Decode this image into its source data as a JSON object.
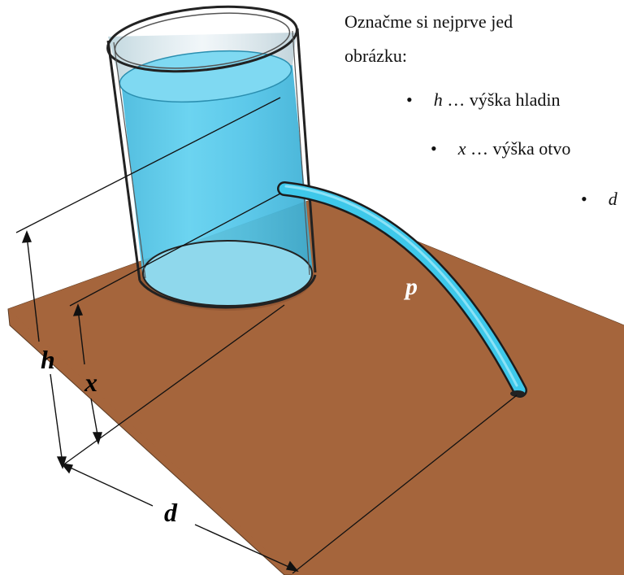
{
  "intro": {
    "line1": "Označme si nejprve jed",
    "line2": "obrázku:"
  },
  "bullets": [
    {
      "symbol": "h",
      "text": " … výška hladin"
    },
    {
      "symbol": "x",
      "text": " … výška otvo"
    },
    {
      "symbol": "d",
      "text": ""
    }
  ],
  "diagram_labels": {
    "h": "h",
    "x": "x",
    "d": "d",
    "p": "p"
  },
  "colors": {
    "water": "#4cc6e8",
    "water_light": "#9ee3f5",
    "ground": "#a5653c",
    "jet": "#3ec8ea"
  }
}
